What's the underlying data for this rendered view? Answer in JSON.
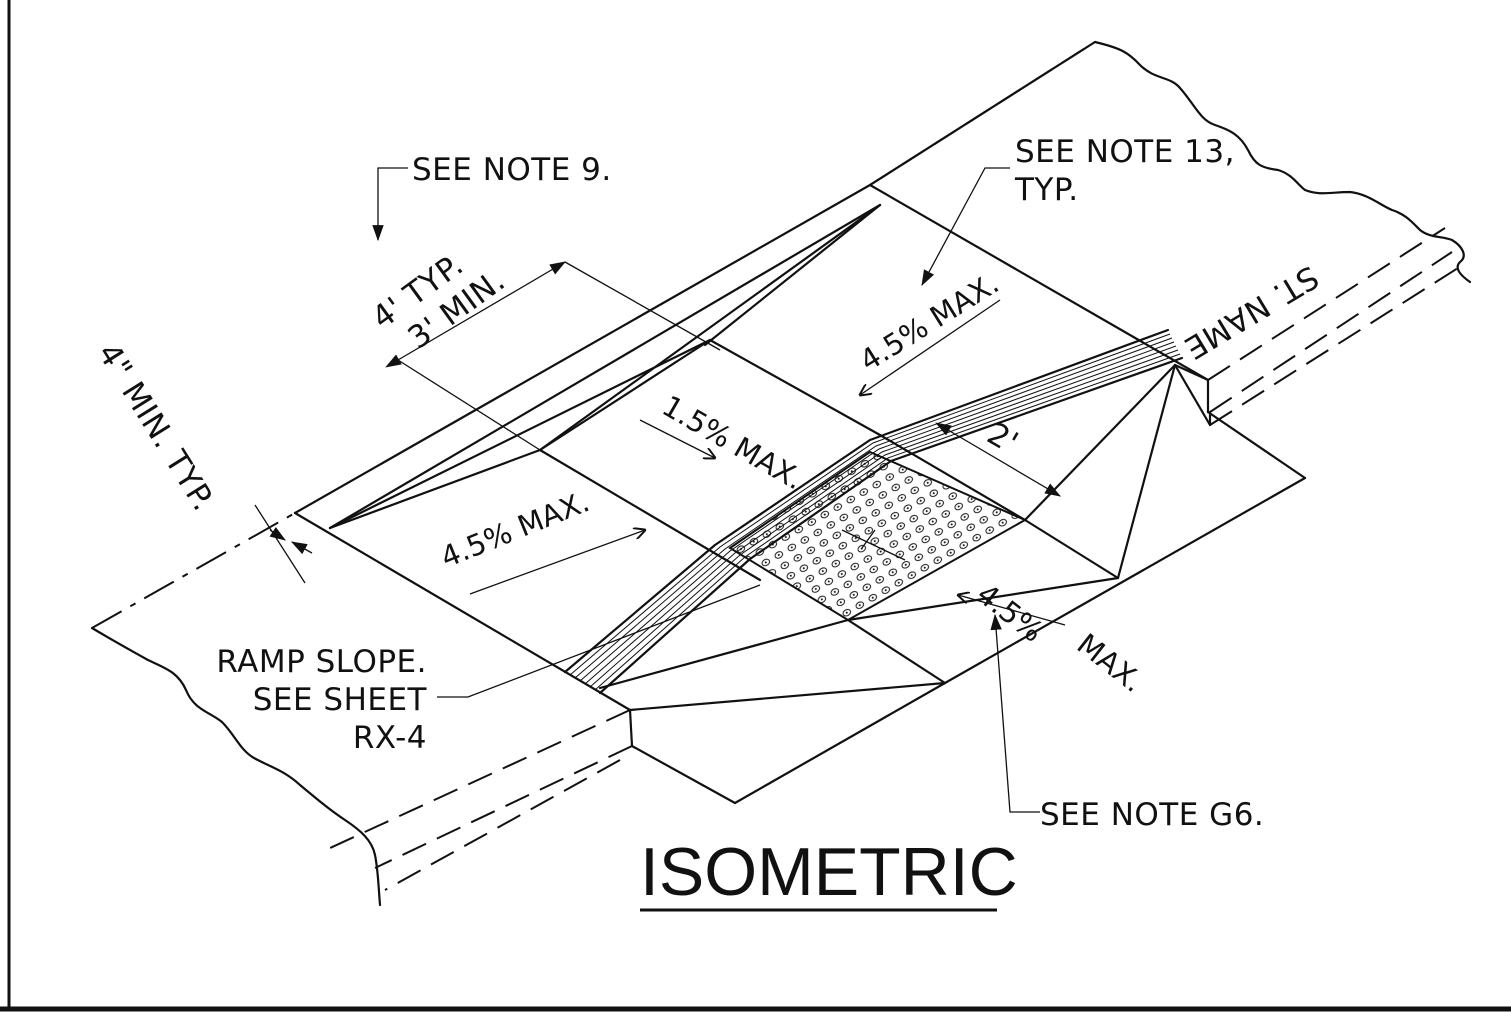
{
  "labels": {
    "see_note_9": "SEE NOTE 9.",
    "see_note_13_line1": "SEE NOTE 13,",
    "see_note_13_line2": "TYP.",
    "dim_4_typ": "4' TYP.",
    "dim_3_min": "3' MIN.",
    "dim_4in_min": "4\" MIN. TYP.",
    "slope_top": "4.5% MAX.",
    "slope_mid": "1.5% MAX.",
    "slope_left": "4.5% MAX.",
    "slope_right_value": "4.5%",
    "slope_right_max": "MAX.",
    "dim_2": "2'",
    "street_name": "ST. NAME",
    "ramp_slope_line1": "RAMP SLOPE.",
    "ramp_slope_line2": "SEE SHEET",
    "ramp_slope_line3": "RX-4",
    "see_note_g6": "SEE NOTE G6."
  },
  "title": "ISOMETRIC",
  "colors": {
    "ink": "#111111",
    "paper": "#ffffff"
  }
}
